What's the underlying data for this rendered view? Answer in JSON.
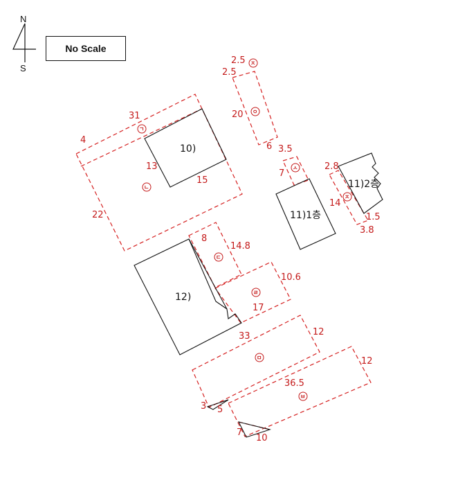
{
  "header": {
    "north_label": "N",
    "south_label": "S",
    "scale_note": "No Scale"
  },
  "buildings": {
    "b10": "10)",
    "b11_1": "11)1층",
    "b11_2": "11)2층",
    "b12": "12)"
  },
  "markers": {
    "giyeok": "ㄱ",
    "nieun": "ㄴ",
    "digeut": "ㄷ",
    "rieul": "ㄹ",
    "mieum": "ㅁ",
    "bieup": "ㅂ",
    "siot": "ㅅ",
    "ieung": "ㅇ",
    "jieut_top": "ㅈ",
    "jieut_right": "ㅈ"
  },
  "dimensions": {
    "d2_5a": "2.5",
    "d2_5b": "2.5",
    "d20": "20",
    "d6": "6",
    "d31": "31",
    "d4": "4",
    "d13": "13",
    "d15": "15",
    "d22": "22",
    "d3_5": "3.5",
    "d7a": "7",
    "d2_8": "2.8",
    "d14": "14",
    "d1_5": "1.5",
    "d3_8": "3.8",
    "d8": "8",
    "d14_8": "14.8",
    "d10_6": "10.6",
    "d17": "17",
    "d33": "33",
    "d12a": "12",
    "d12b": "12",
    "d36_5": "36.5",
    "d3": "3",
    "d5": "5",
    "d7b": "7",
    "d10": "10"
  }
}
